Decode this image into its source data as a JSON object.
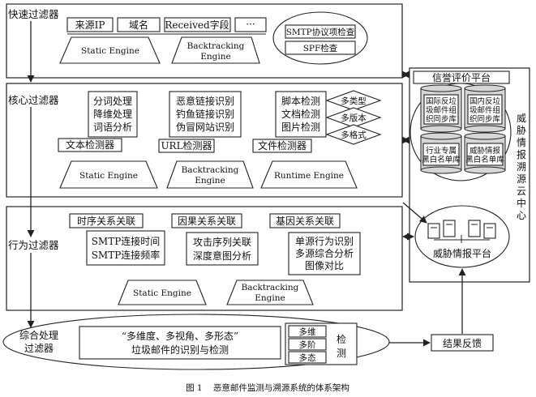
{
  "layers": {
    "fast": {
      "title": "快速过滤器",
      "fields": [
        "来源IP",
        "域名",
        "Received字段",
        "···"
      ],
      "static_engine": "Static Engine",
      "backtracking_engine": [
        "Backtracking",
        "Engine"
      ],
      "checks": [
        "SMTP协议项检查",
        "SPF检查"
      ]
    },
    "core": {
      "title": "核心过滤器",
      "text_items": [
        "分词处理",
        "降维处理",
        "词语分析"
      ],
      "text_detector": "文本检测器",
      "url_items": [
        "恶意链接识别",
        "钓鱼链接识别",
        "伪冒网站识别"
      ],
      "url_detector": "URL检测器",
      "file_items": [
        "脚本检测",
        "文档检测",
        "图片检测"
      ],
      "file_detector": "文件检测器",
      "diamonds": [
        "多类型",
        "多版本",
        "多格式"
      ],
      "static_engine": "Static Engine",
      "backtracking_engine": [
        "Backtracking",
        "Engine"
      ],
      "runtime_engine": "Runtime Engine"
    },
    "behavior": {
      "title": "行为过滤器",
      "timing_title": "时序关系关联",
      "timing_items": [
        "SMTP连接时间",
        "SMTP连接频率"
      ],
      "causal_title": "因果关系关联",
      "causal_items": [
        "攻击序列关联",
        "深度意图分析"
      ],
      "gene_title": "基因关系关联",
      "gene_items": [
        "单源行为识别",
        "多源综合分析",
        "图像对比"
      ],
      "static_engine": "Static Engine",
      "backtracking_engine": [
        "Backtracking",
        "Engine"
      ]
    },
    "combined": {
      "title": [
        "综合处理",
        "过滤器"
      ],
      "statement": [
        "“多维度、多视角、多形态”",
        "垃圾邮件的识别与检测"
      ],
      "multi": [
        "多维",
        "多阶",
        "多态"
      ],
      "detect": [
        "检",
        "测"
      ]
    }
  },
  "cloud": {
    "title": [
      "威",
      "胁",
      "情",
      "报",
      "溯",
      "源",
      "云",
      "中",
      "心"
    ],
    "reputation": {
      "title": "信誉评价平台",
      "db1": [
        "国际反垃",
        "圾邮件组",
        "织同步库"
      ],
      "db2": [
        "国内反垃",
        "圾邮件组",
        "织同步库"
      ],
      "db3": [
        "行业专属",
        "黑白名单库"
      ],
      "db4": [
        "威胁情报",
        "黑白名单库"
      ]
    },
    "intel": {
      "title": "威胁情报平台"
    }
  },
  "feedback": "结果反馈",
  "caption": "图 1    恶意邮件监测与溯源系统的体系架构"
}
